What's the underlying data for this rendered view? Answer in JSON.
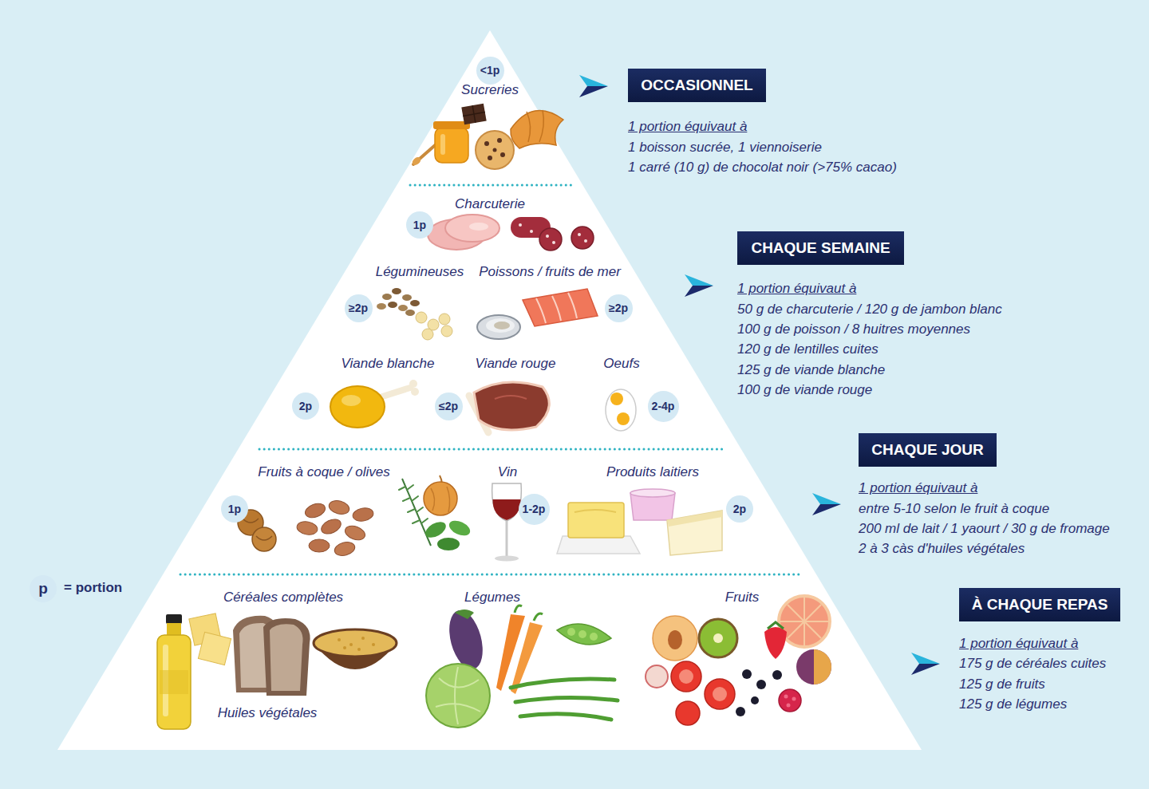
{
  "diagram": {
    "nodes": [
      {
        "text": [
          "<1p"
        ]
      },
      {
        "text": [
          "OCCASIONNEL"
        ]
      },
      {
        "text": [
          "1p"
        ]
      },
      {
        "text": [
          "CHAQUE SEMAINE"
        ]
      },
      {
        "text": [
          "≥2p"
        ]
      },
      {
        "text": [
          "≥2p"
        ]
      },
      {
        "text": [
          "2p"
        ]
      },
      {
        "text": [
          "≤2p"
        ]
      },
      {
        "text": [
          "2-4p"
        ]
      },
      {
        "text": [
          "CHAQUE JOUR"
        ]
      },
      {
        "text": [
          "1p"
        ]
      },
      {
        "text": [
          "1-2p"
        ]
      },
      {
        "text": [
          "2p"
        ]
      },
      {
        "text": [
          "p"
        ]
      },
      {
        "text": [
          "À CHAQUE REPAS"
        ]
      }
    ],
    "labels": [
      "Sucreries",
      "1 portion équivaut à",
      "1 boisson sucrée, 1 viennoiserie",
      "1 carré (10 g) de chocolat noir (>75% cacao)",
      "Charcuterie",
      "Légumineuses",
      "Poissons / fruits de mer",
      "Viande blanche",
      "Viande rouge",
      "Oeufs",
      "1 portion équivaut à",
      "50 g de charcuterie / 120 g de jambon blanc",
      "100 g de poisson / 8 huitres moyennes",
      "120 g de lentilles cuites",
      "125 g de viande blanche",
      "100 g de viande rouge",
      "Fruits à coque / olives",
      "Vin",
      "Produits laitiers",
      "1 portion équivaut à",
      "entre 5-10 selon le fruit à coque",
      "200 ml de lait / 1 yaourt / 30 g de fromage",
      "2 à 3 càs d'huiles végétales",
      "= portion",
      "Céréales complètes",
      "Légumes",
      "Fruits",
      "Huiles végétales",
      "1 portion équivaut à",
      "175 g de céréales cuites",
      "125 g de fruits",
      "125 g de légumes"
    ]
  }
}
